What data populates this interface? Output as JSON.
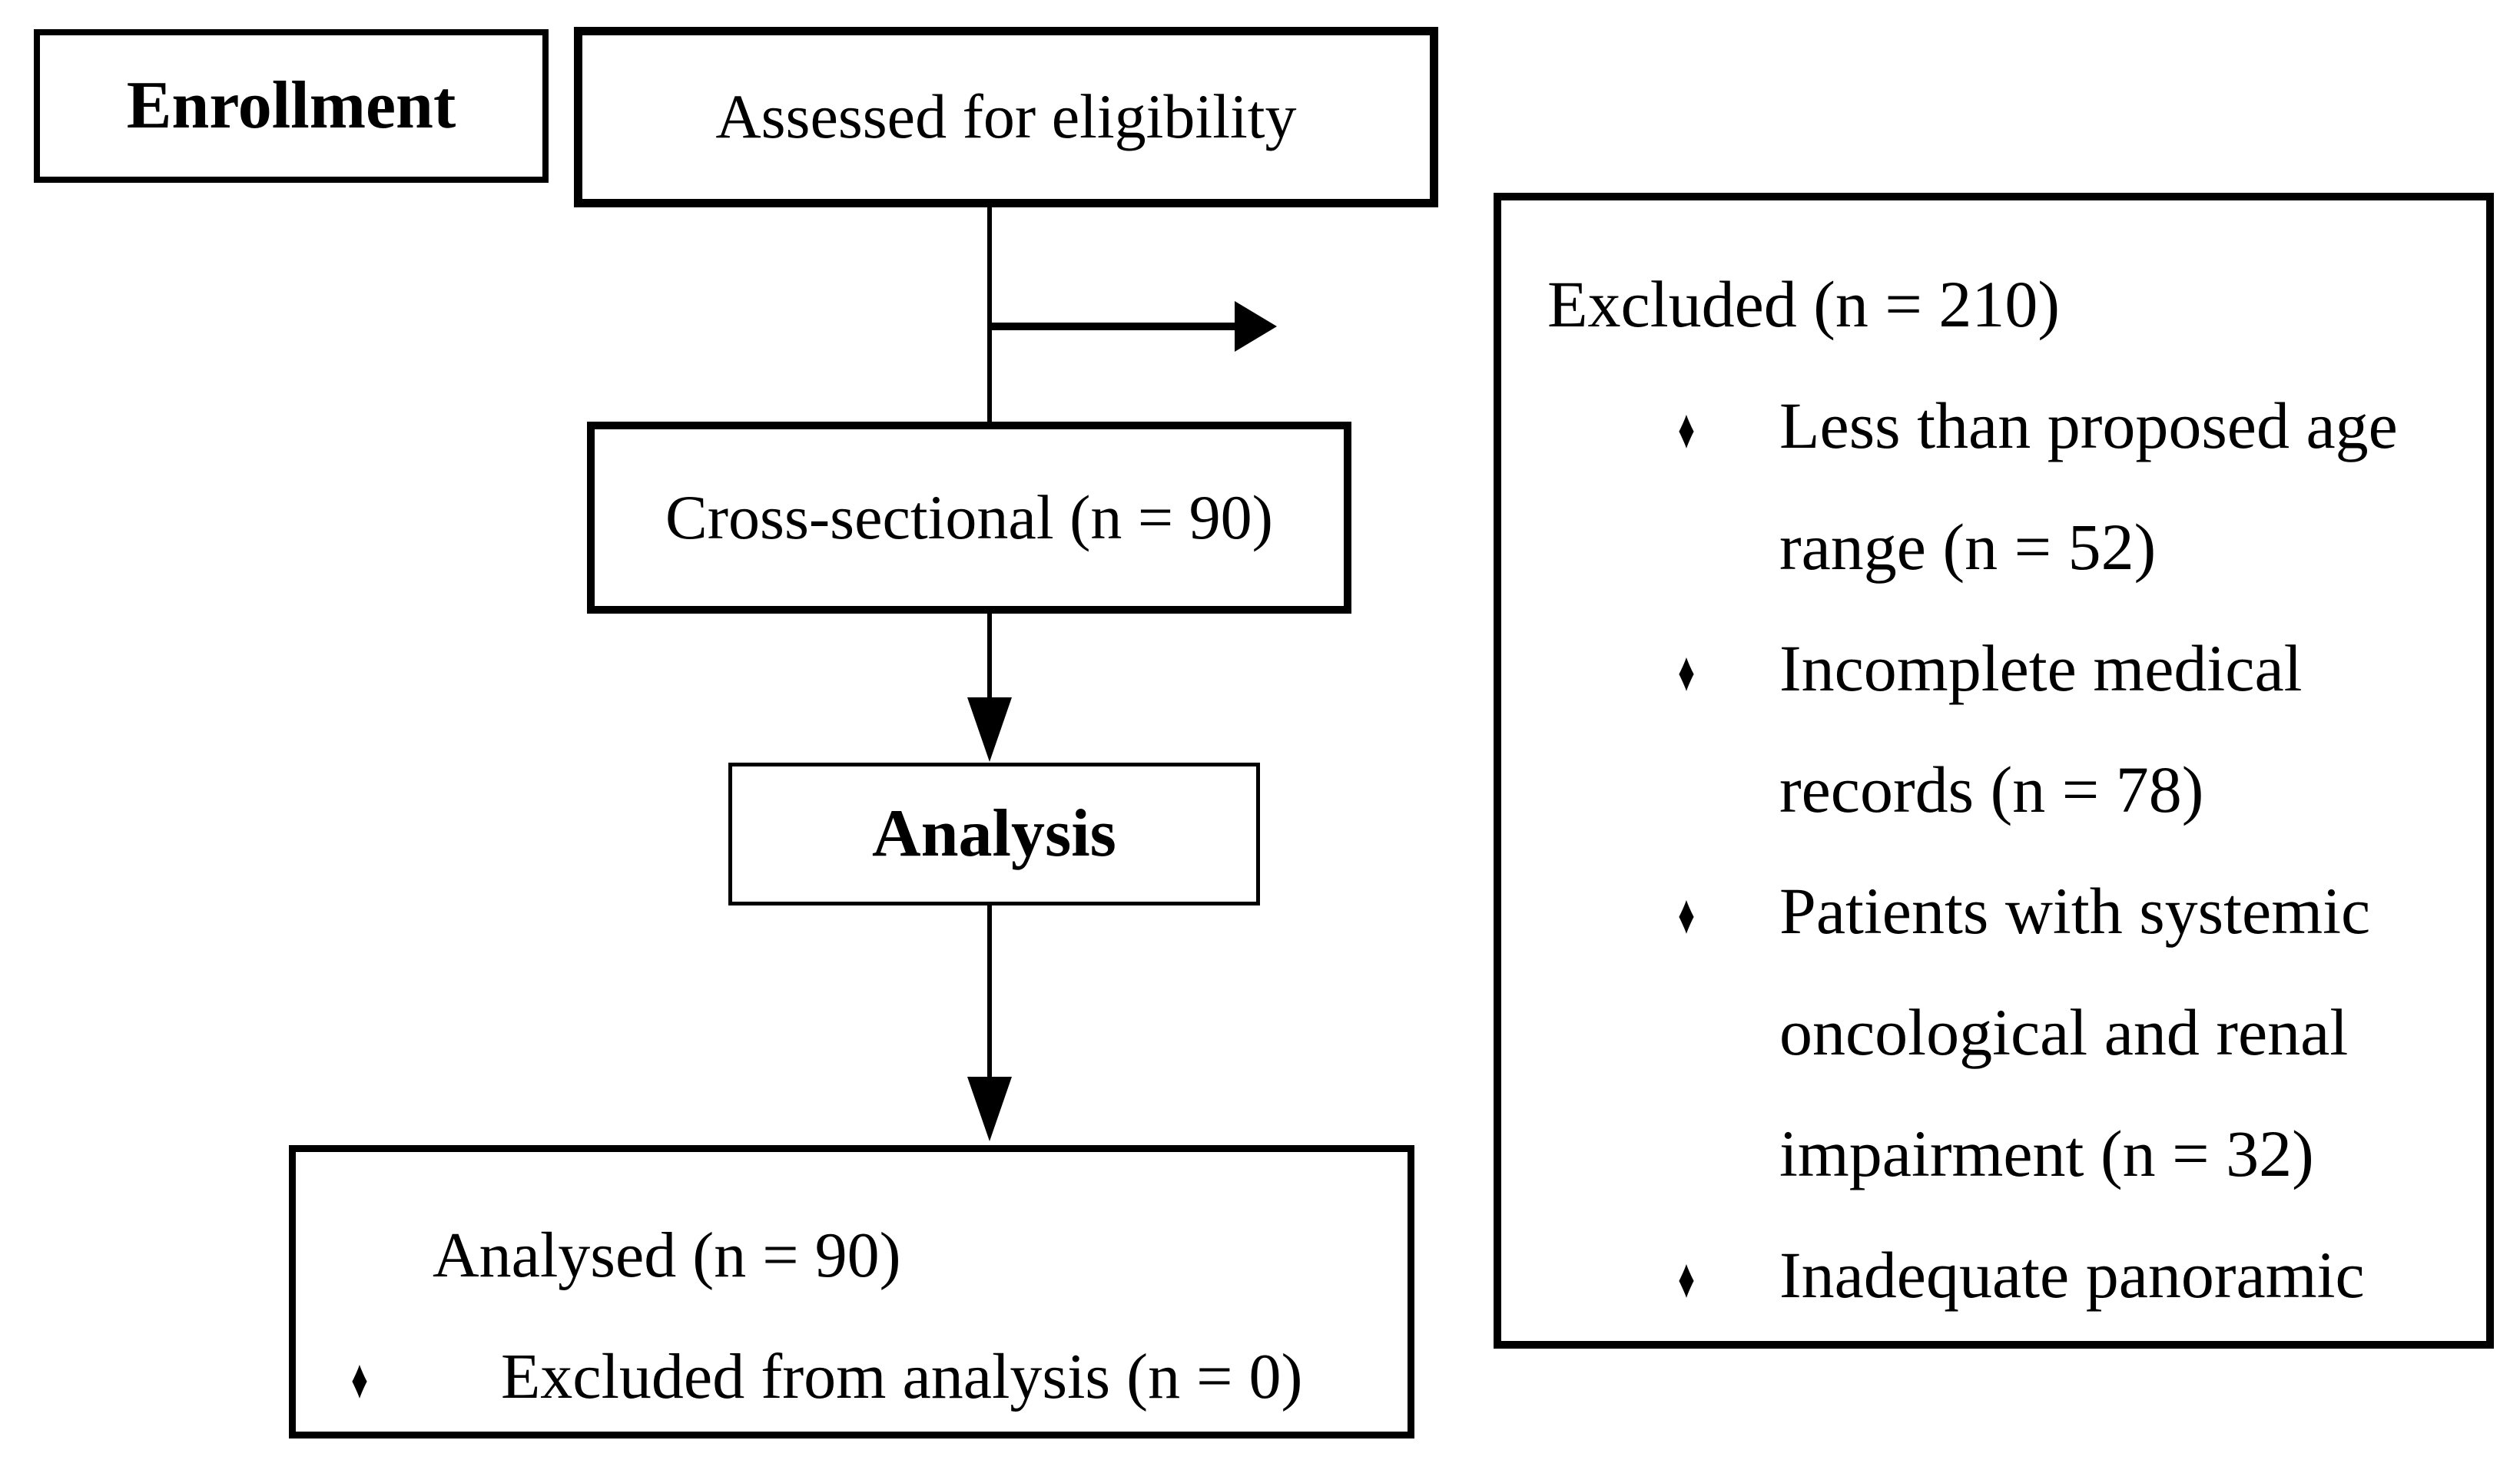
{
  "diagram": {
    "enrollment_label": "Enrollment",
    "assessed_label": "Assessed for eligibility",
    "cross_sectional_label": "Cross-sectional (n = 90)",
    "analysis_label": "Analysis",
    "analysed": {
      "title": "Analysed (n = 90)",
      "bullet_item": "Excluded from analysis (n = 0)"
    },
    "excluded": {
      "title": "Excluded (n = 210)",
      "items": [
        "Less than proposed age range (n = 52)",
        "Incomplete medical records (n = 78)",
        "Patients with systemic oncological and renal impairment (n = 32)",
        "Inadequate panoramic"
      ]
    },
    "bullet_glyph": "♦",
    "colors": {
      "ink": "#000000",
      "background": "#ffffff"
    }
  }
}
